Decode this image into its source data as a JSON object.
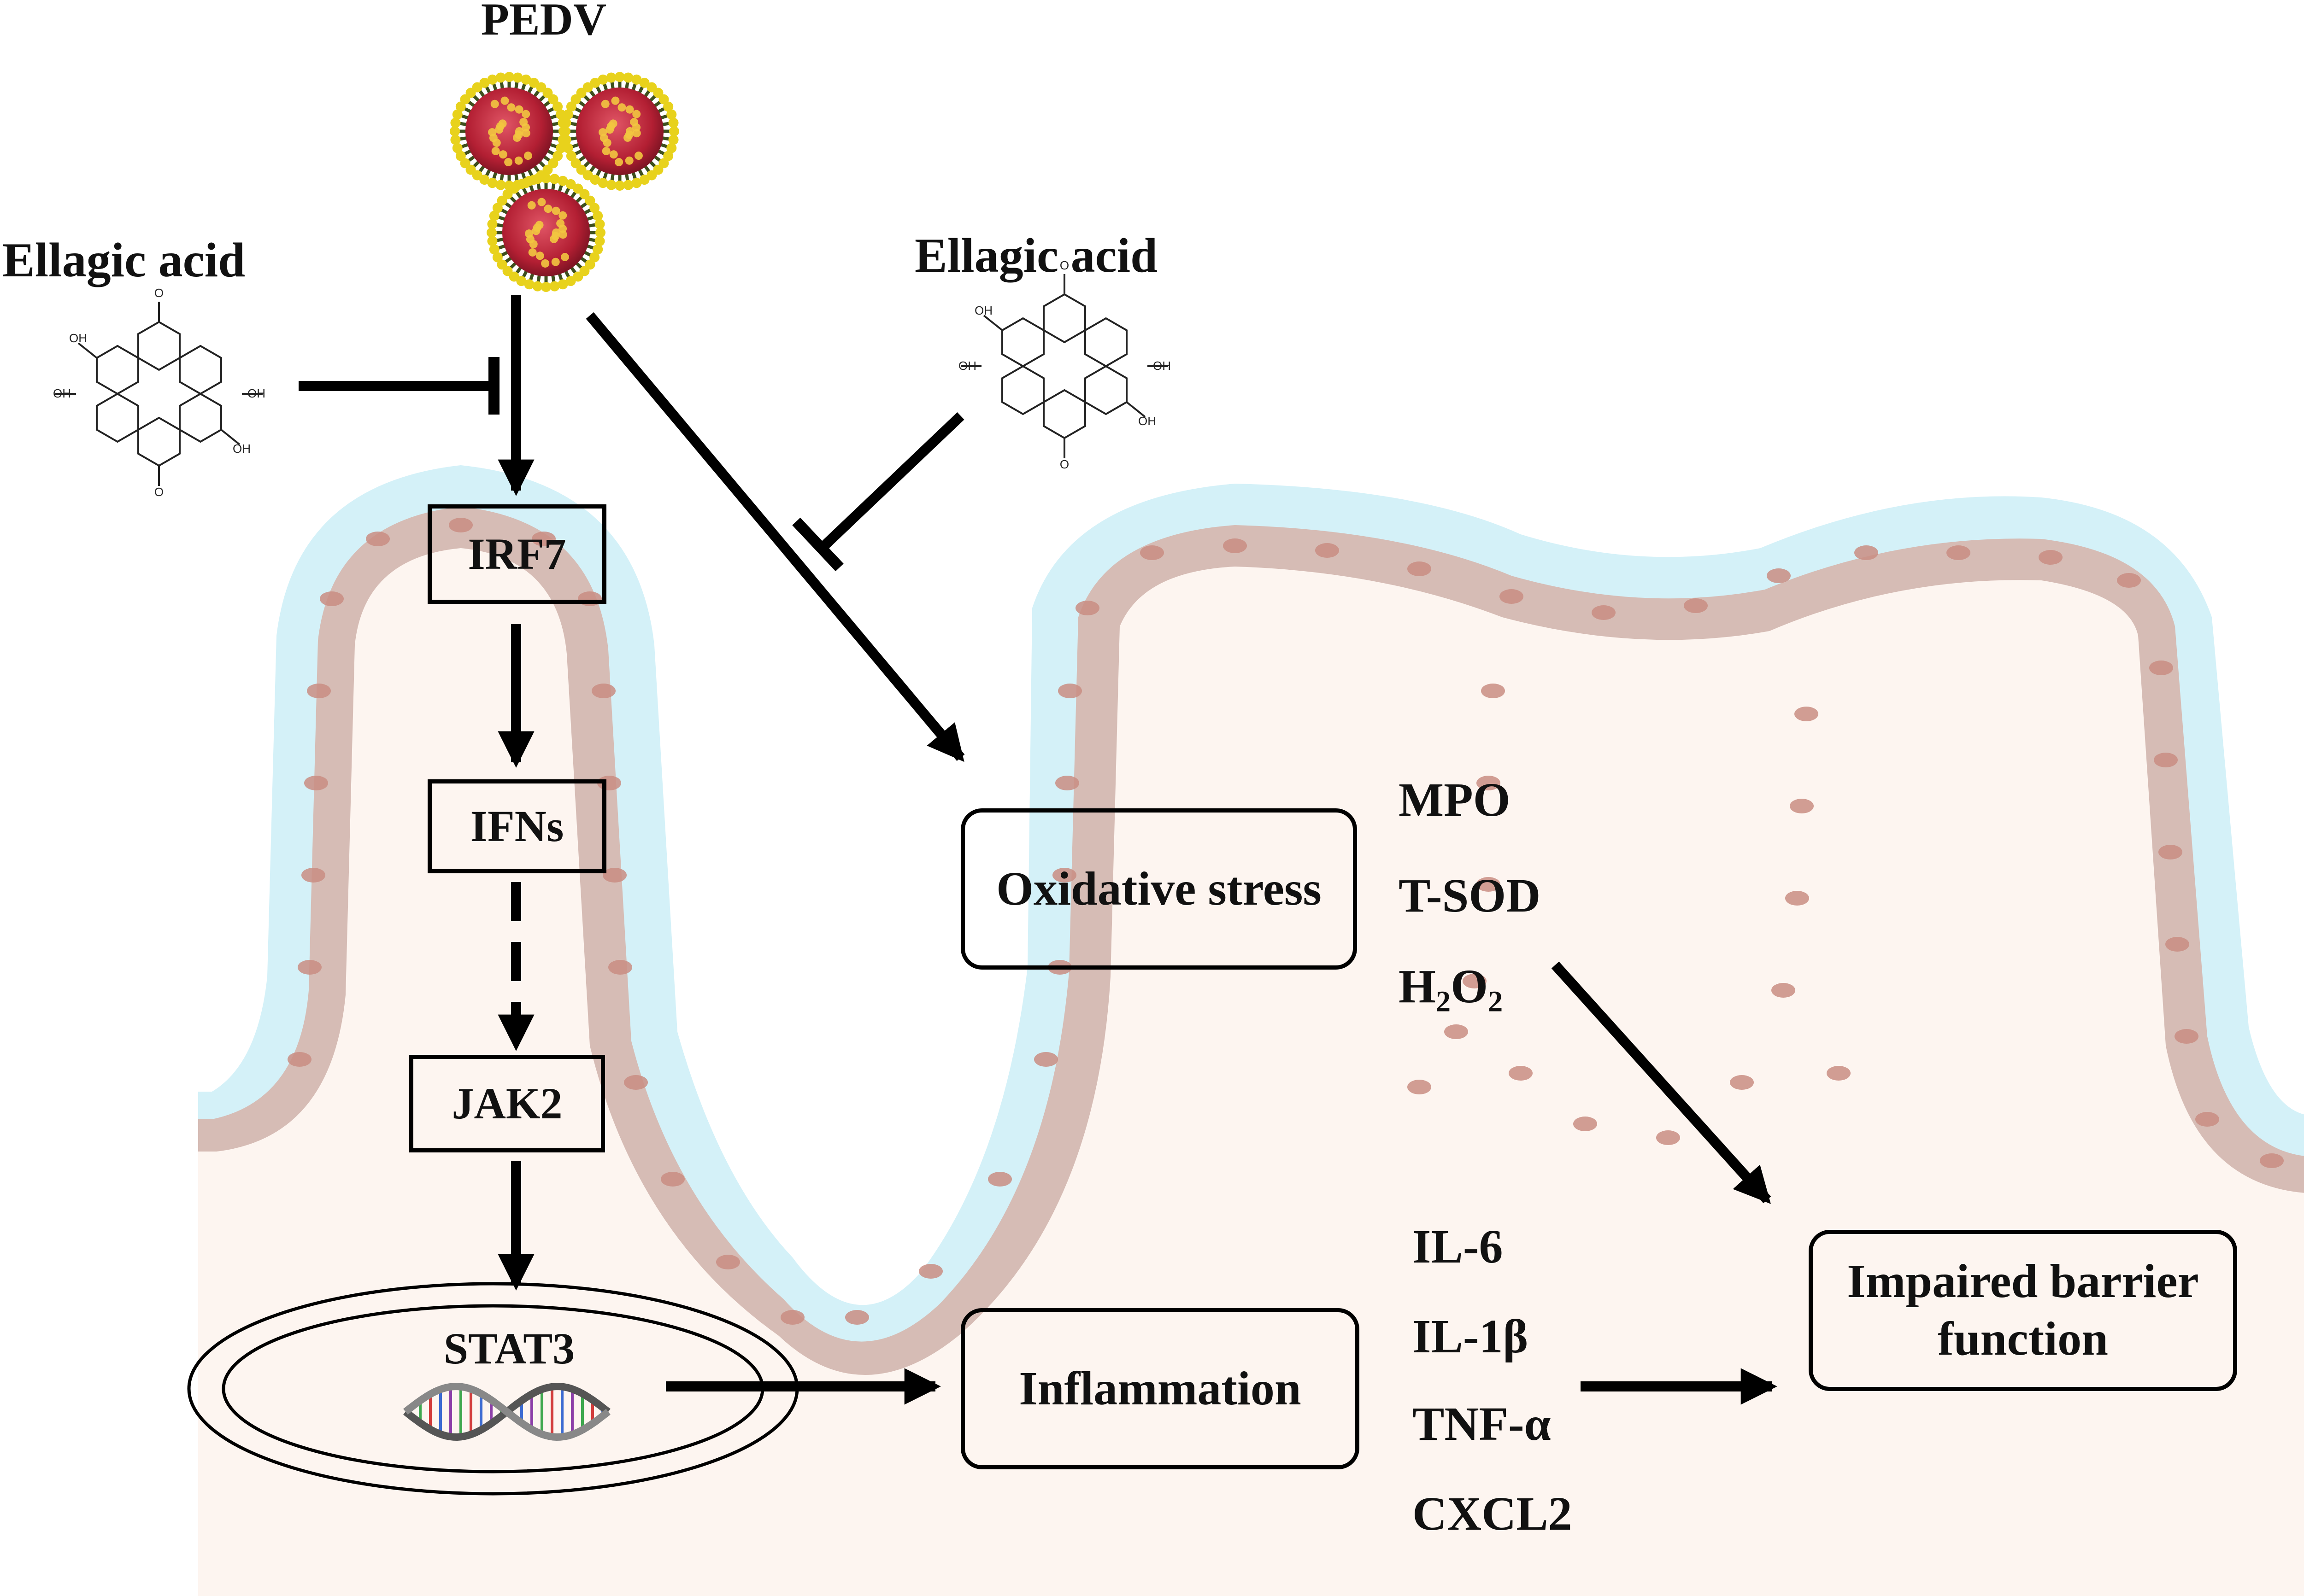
{
  "virus": {
    "label": "PEDV"
  },
  "inhibitors": {
    "left_label": "Ellagic acid",
    "right_label": "Ellagic acid",
    "molecule_substituent": "OH"
  },
  "pathway": {
    "irf7": "IRF7",
    "ifns": "IFNs",
    "jak2": "JAK2",
    "stat3": "STAT3"
  },
  "outcomes": {
    "oxidative_stress": "Oxidative stress",
    "inflammation": "Inflammation",
    "impaired_barrier": "Impaired barrier function"
  },
  "oxidative_markers": {
    "mpo": "MPO",
    "tsod": "T-SOD",
    "h2o2_base": "H",
    "h2o2_sub1": "2",
    "h2o2_mid": "O",
    "h2o2_sub2": "2"
  },
  "cytokines": [
    "IL-6",
    "IL-1β",
    "TNF-α",
    "CXCL2"
  ],
  "colors": {
    "lumen": "#d4f1f8",
    "tissue": "#fdf5f0",
    "epithelium": "#d6b6ad",
    "nucleus": "#c98d83",
    "virus_core": "#c0283a",
    "virus_spike": "#e8d21c"
  }
}
